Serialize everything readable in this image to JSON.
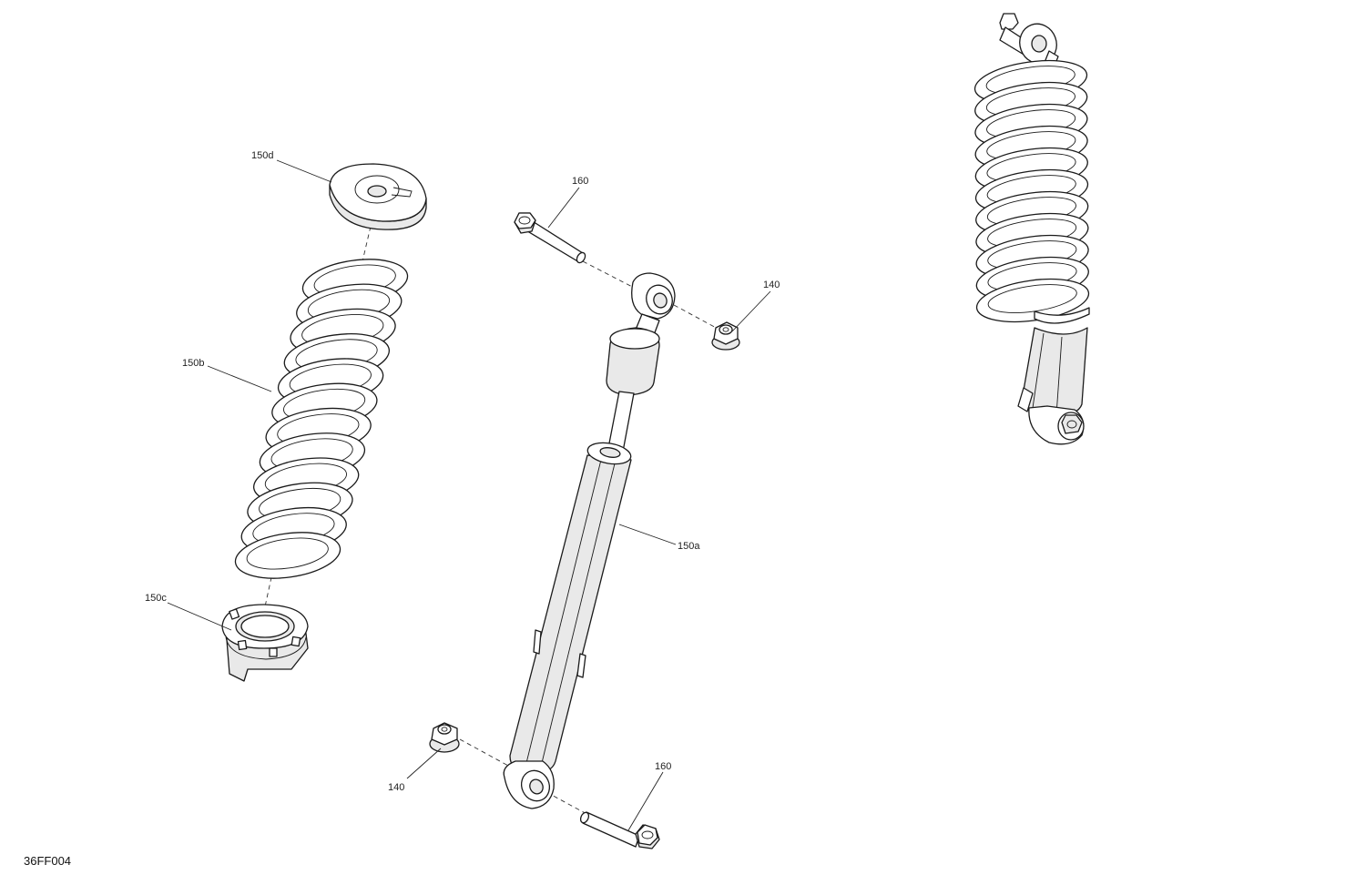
{
  "figure_id": "36FF004",
  "callouts": {
    "spring_seat_top": "150d",
    "spring": "150b",
    "spring_seat_bottom": "150c",
    "bolt_top": "160",
    "nut_top": "140",
    "shock_body": "150a",
    "nut_bottom": "140",
    "bolt_bottom": "160"
  },
  "icons": {
    "spring_seat_top": "spring-seat-icon",
    "spring": "coil-spring-icon",
    "spring_seat_bottom": "spring-adjuster-icon",
    "shock_body": "shock-absorber-icon",
    "bolts": "bolt-icon",
    "nuts": "flange-nut-icon",
    "assembly": "shock-assembly-icon"
  }
}
